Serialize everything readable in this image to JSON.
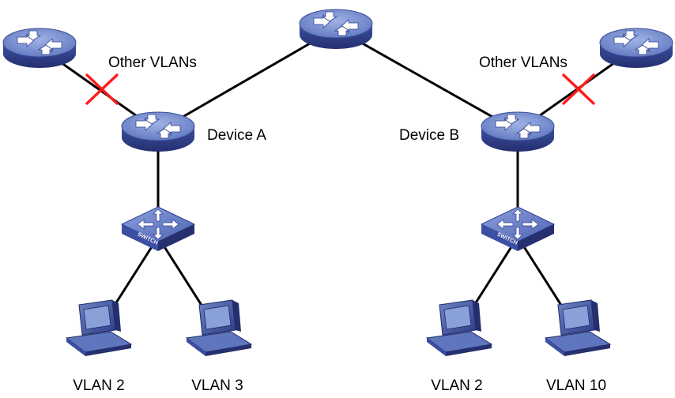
{
  "diagram": {
    "nodes": {
      "core_router": {
        "type": "router"
      },
      "left_router": {
        "type": "router"
      },
      "right_router": {
        "type": "router"
      },
      "device_a": {
        "type": "router",
        "label": "Device A"
      },
      "device_b": {
        "type": "router",
        "label": "Device B"
      },
      "switch_left": {
        "type": "switch",
        "label": "SWITCH"
      },
      "switch_right": {
        "type": "switch",
        "label": "SWITCH"
      },
      "pc_left_1": {
        "type": "pc",
        "label": "VLAN 2"
      },
      "pc_left_2": {
        "type": "pc",
        "label": "VLAN 3"
      },
      "pc_right_1": {
        "type": "pc",
        "label": "VLAN 2"
      },
      "pc_right_2": {
        "type": "pc",
        "label": "VLAN 10"
      }
    },
    "links": [
      {
        "from": "device_a",
        "to": "core_router"
      },
      {
        "from": "core_router",
        "to": "device_b"
      },
      {
        "from": "left_router",
        "to": "device_a",
        "blocked": true,
        "label": "Other VLANs"
      },
      {
        "from": "device_b",
        "to": "right_router",
        "blocked": true,
        "label": "Other VLANs"
      },
      {
        "from": "device_a",
        "to": "switch_left"
      },
      {
        "from": "device_b",
        "to": "switch_right"
      },
      {
        "from": "switch_left",
        "to": "pc_left_1"
      },
      {
        "from": "switch_left",
        "to": "pc_left_2"
      },
      {
        "from": "switch_right",
        "to": "pc_right_1"
      },
      {
        "from": "switch_right",
        "to": "pc_right_2"
      }
    ]
  },
  "colors": {
    "device_top": "#6f86c6",
    "device_side": "#2f3f8f",
    "link": "#000000",
    "blocked_mark": "#ff1a1a",
    "screen": "#8aa0d8"
  }
}
